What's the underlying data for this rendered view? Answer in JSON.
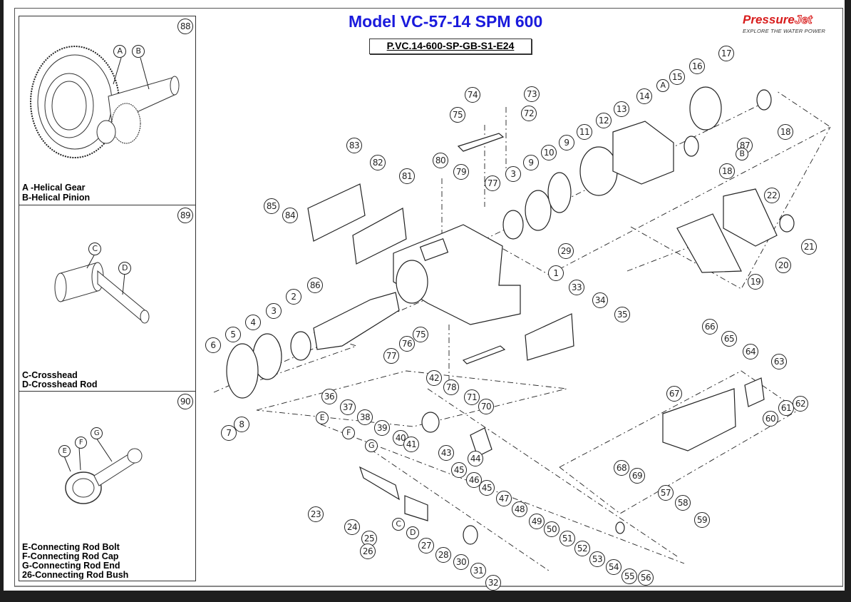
{
  "document": {
    "title": "Model VC-57-14 SPM 600",
    "part_number": "P.VC.14-600-SP-GB-S1-E24"
  },
  "brand": {
    "name_part1": "Pressure",
    "name_part2": "Jet",
    "tagline": "EXPLORE THE WATER POWER",
    "color": "#d81c1c"
  },
  "title_color": "#1a1adc",
  "insets": [
    {
      "number": "88",
      "callouts": [
        "A",
        "B"
      ],
      "legend": [
        "A -Helical Gear",
        "B-Helical Pinion"
      ]
    },
    {
      "number": "89",
      "callouts": [
        "C",
        "D"
      ],
      "legend": [
        "C-Crosshead",
        "D-Crosshead Rod"
      ]
    },
    {
      "number": "90",
      "callouts": [
        "E",
        "F",
        "G"
      ],
      "legend": [
        "E-Connecting Rod Bolt",
        "F-Connecting Rod Cap",
        "G-Connecting Rod End",
        "26-Connecting Rod Bush"
      ]
    }
  ],
  "callouts": [
    "1",
    "2",
    "3",
    "3",
    "4",
    "5",
    "6",
    "7",
    "8",
    "9",
    "9",
    "10",
    "11",
    "12",
    "13",
    "14",
    "15",
    "16",
    "17",
    "18",
    "18",
    "19",
    "20",
    "21",
    "22",
    "23",
    "24",
    "25",
    "26",
    "27",
    "28",
    "29",
    "30",
    "31",
    "32",
    "33",
    "34",
    "35",
    "36",
    "37",
    "38",
    "39",
    "40",
    "41",
    "42",
    "43",
    "44",
    "45",
    "45",
    "46",
    "47",
    "48",
    "49",
    "50",
    "51",
    "52",
    "53",
    "54",
    "55",
    "56",
    "57",
    "58",
    "59",
    "60",
    "61",
    "62",
    "63",
    "64",
    "65",
    "66",
    "67",
    "68",
    "69",
    "70",
    "71",
    "72",
    "73",
    "74",
    "75",
    "75",
    "76",
    "77",
    "77",
    "78",
    "79",
    "80",
    "81",
    "82",
    "83",
    "84",
    "85",
    "86",
    "87",
    "A",
    "B",
    "C",
    "D",
    "E",
    "F",
    "G"
  ]
}
